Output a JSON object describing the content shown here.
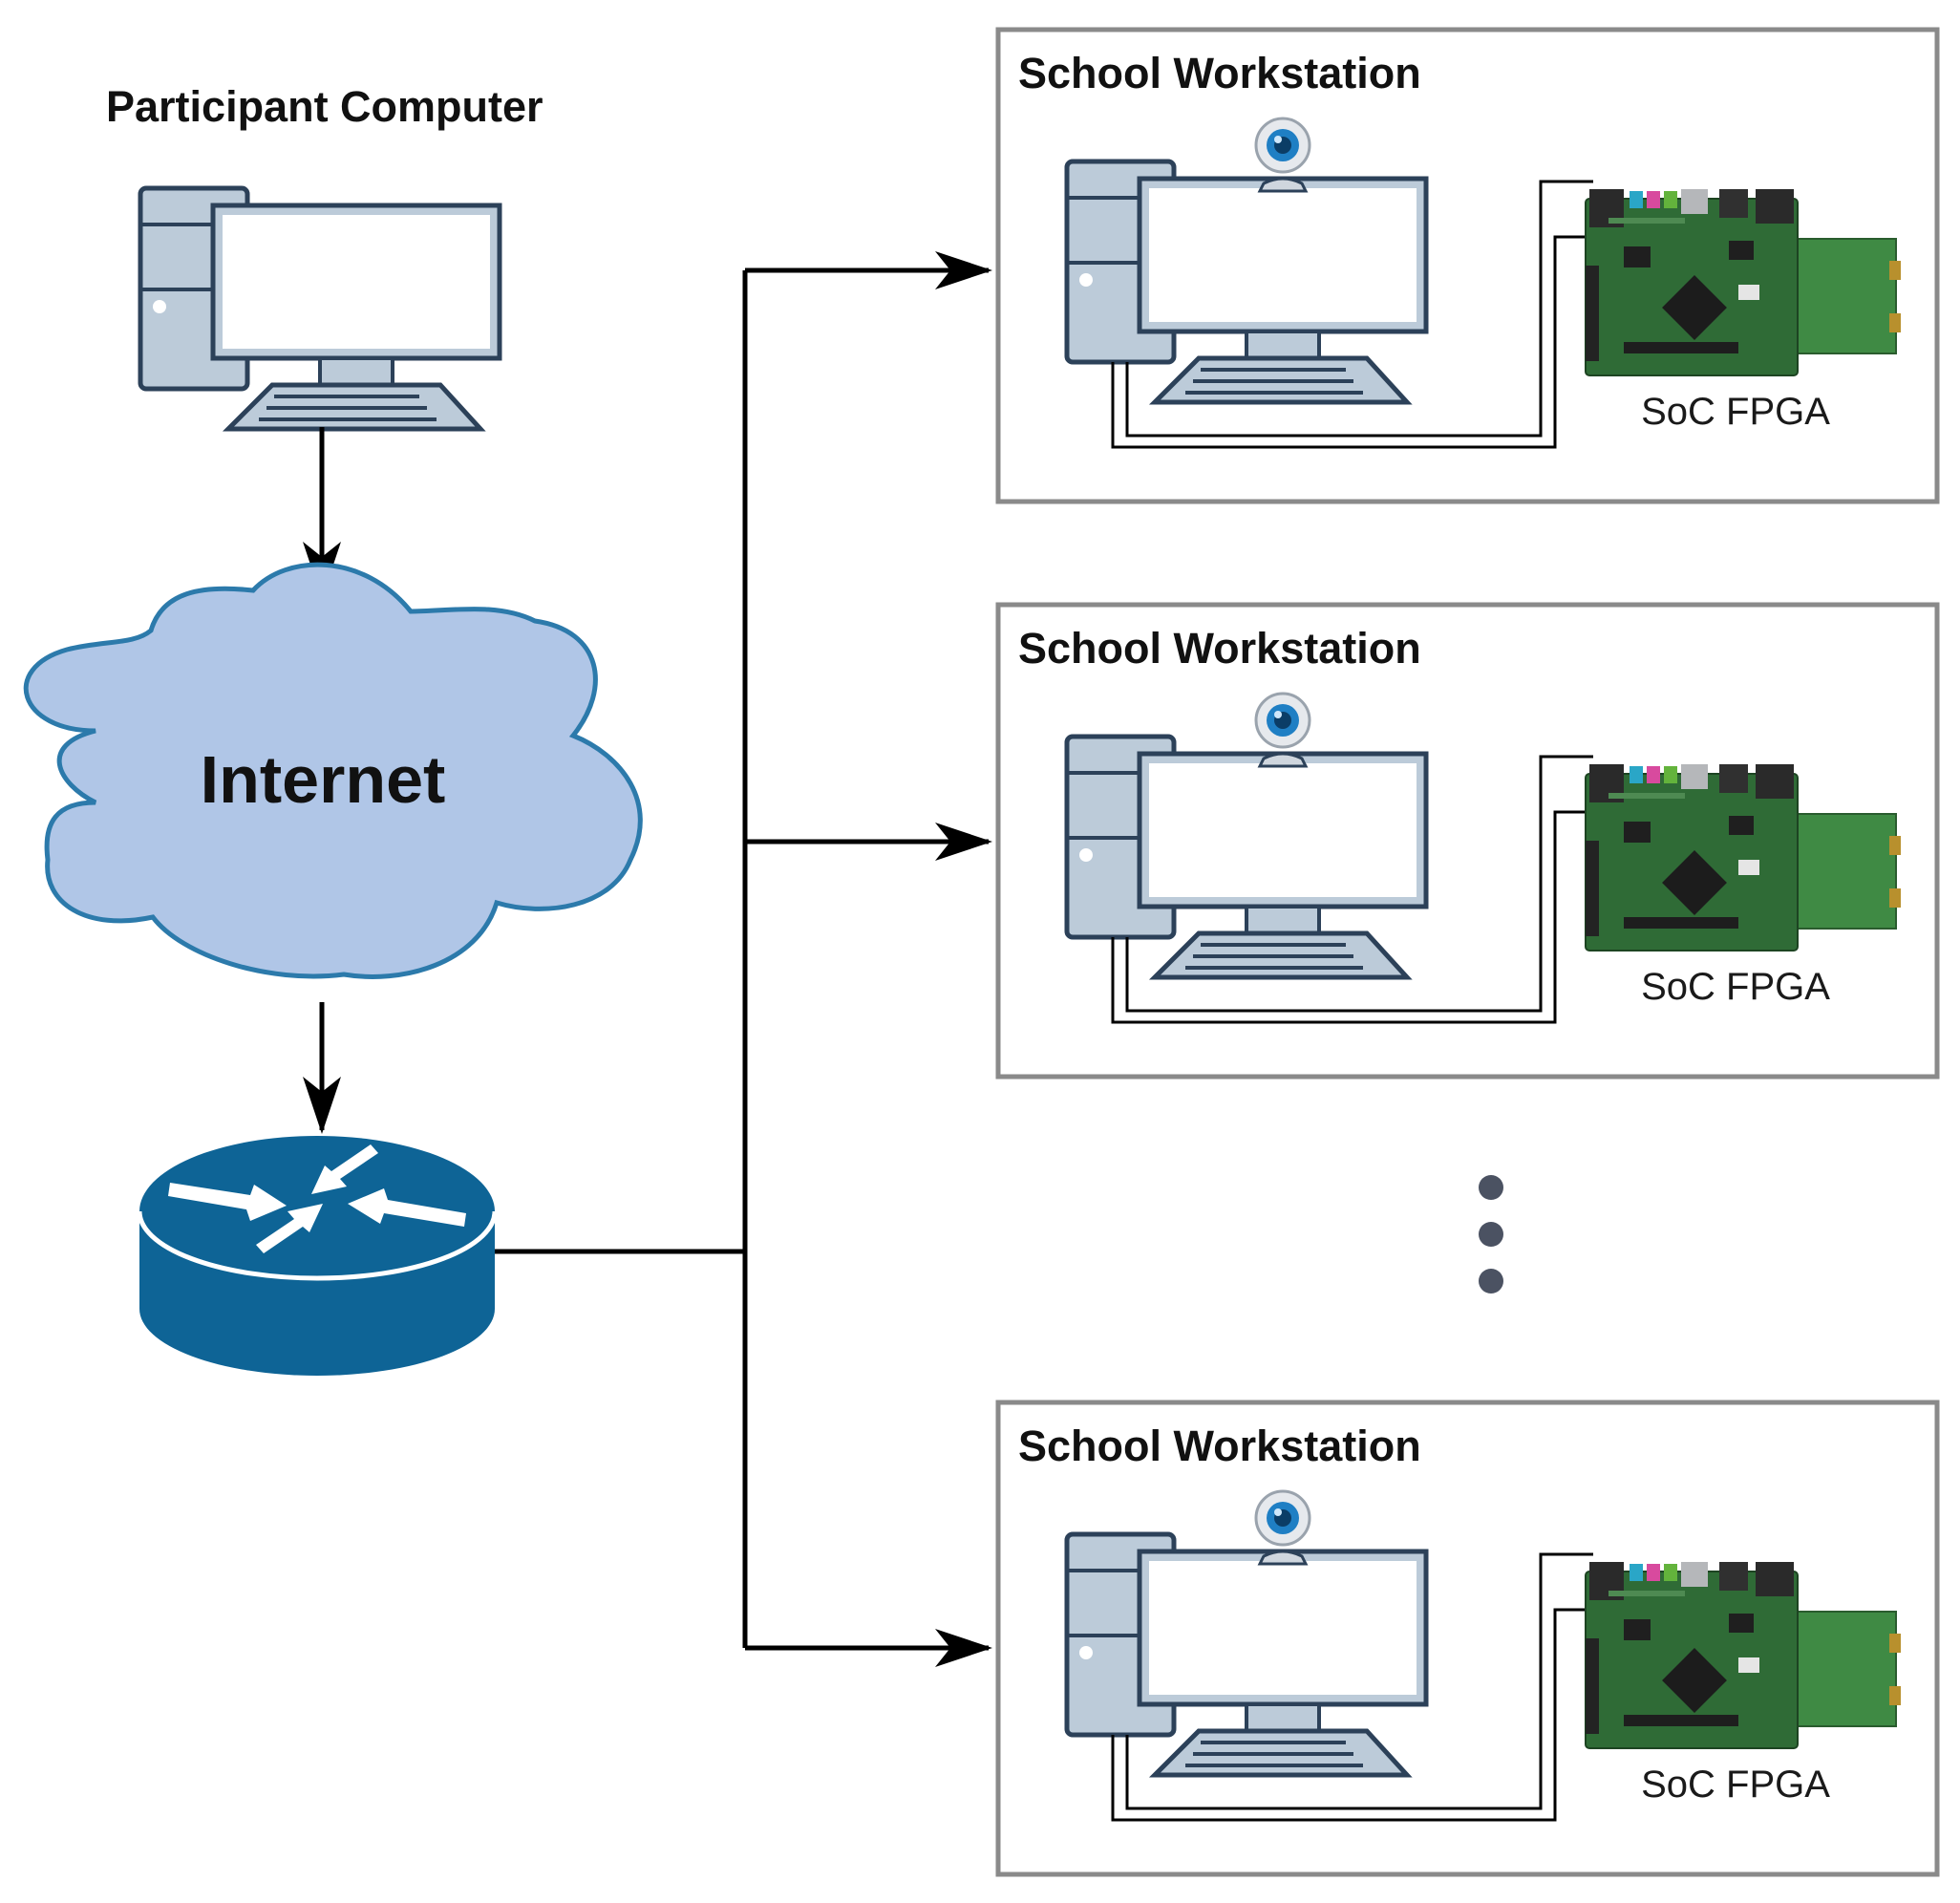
{
  "participant": {
    "label": "Participant Computer"
  },
  "internet": {
    "label": "Internet"
  },
  "workstations": [
    {
      "title": "School Workstation",
      "board_label": "SoC FPGA"
    },
    {
      "title": "School Workstation",
      "board_label": "SoC FPGA"
    },
    {
      "title": "School Workstation",
      "board_label": "SoC FPGA"
    }
  ],
  "colors": {
    "computer_fill": "#bccbd9",
    "computer_stroke": "#2c4159",
    "cloud_fill": "#b0c6e7",
    "cloud_stroke": "#2c7aab",
    "router": "#0e6496",
    "board_green": "#2f6b36",
    "box_border": "#8a8a8a",
    "ellipsis_dots": "#4b5262"
  },
  "icons": {
    "participant": "desktop-computer-icon",
    "cloud": "cloud-icon",
    "router": "router-icon",
    "webcam": "webcam-icon",
    "board": "fpga-board-icon"
  }
}
